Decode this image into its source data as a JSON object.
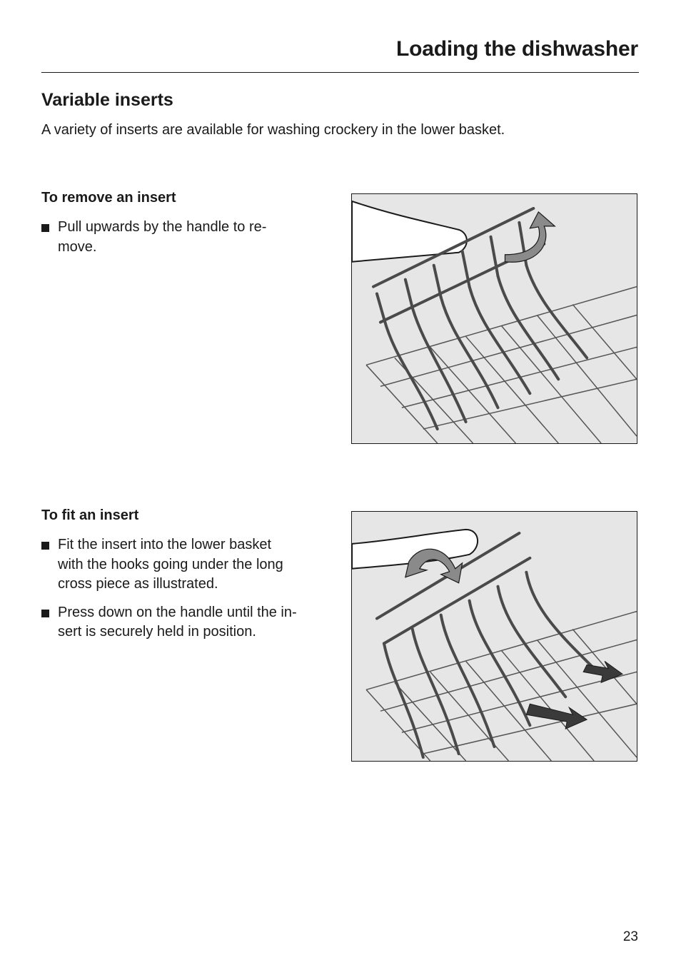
{
  "header": {
    "title": "Loading the dishwasher"
  },
  "section": {
    "heading": "Variable inserts",
    "intro": "A variety of inserts are available for washing crockery in the lower basket."
  },
  "remove": {
    "heading": "To remove an insert",
    "bullets": [
      "Pull upwards by the handle to re-\nmove."
    ]
  },
  "fit": {
    "heading": "To fit an insert",
    "bullets": [
      "Fit the insert into the lower basket\nwith the hooks going under the long\ncross piece as illustrated.",
      "Press down on the handle until the in-\nsert is securely held in position."
    ]
  },
  "footer": {
    "page_number": "23"
  }
}
